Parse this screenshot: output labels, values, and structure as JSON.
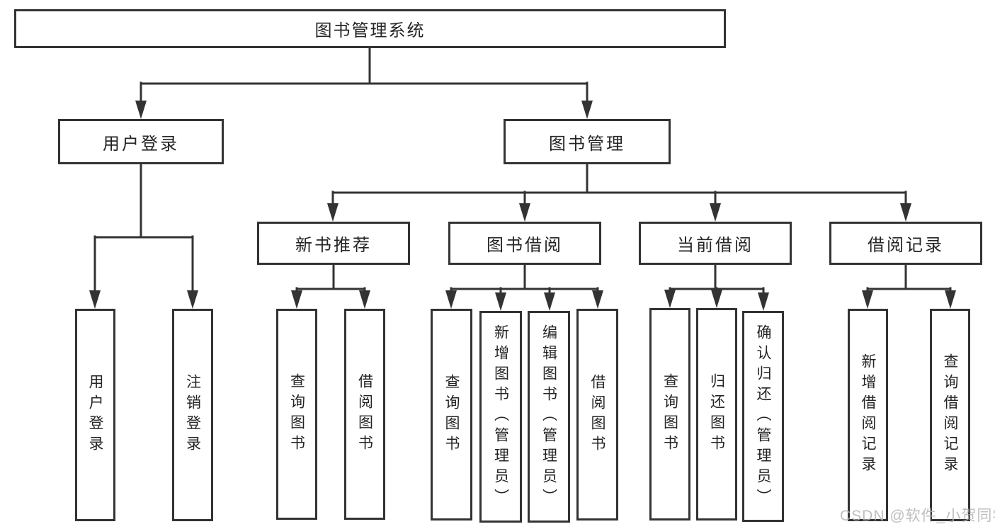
{
  "colors": {
    "line": "#333333",
    "box_border": "#333333",
    "box_background": "#ffffff",
    "text": "#242424",
    "watermark": "#b3b3b3"
  },
  "root": {
    "label": "图书管理系统"
  },
  "level2": [
    {
      "label": "用户登录"
    },
    {
      "label": "图书管理"
    }
  ],
  "level3": [
    {
      "label": "新书推荐"
    },
    {
      "label": "图书借阅"
    },
    {
      "label": "当前借阅"
    },
    {
      "label": "借阅记录"
    }
  ],
  "leaves": [
    {
      "label": "用户登录"
    },
    {
      "label": "注销登录"
    },
    {
      "label": "查询图书"
    },
    {
      "label": "借阅图书"
    },
    {
      "label": "查询图书"
    },
    {
      "label": "新增图书（管理员）"
    },
    {
      "label": "编辑图书（管理员）"
    },
    {
      "label": "借阅图书"
    },
    {
      "label": "查询图书"
    },
    {
      "label": "归还图书"
    },
    {
      "label": "确认归还（管理员）"
    },
    {
      "label": "新增借阅记录"
    },
    {
      "label": "查询借阅记录"
    }
  ],
  "watermark": {
    "text": "CSDN @软件_小贺同学"
  }
}
